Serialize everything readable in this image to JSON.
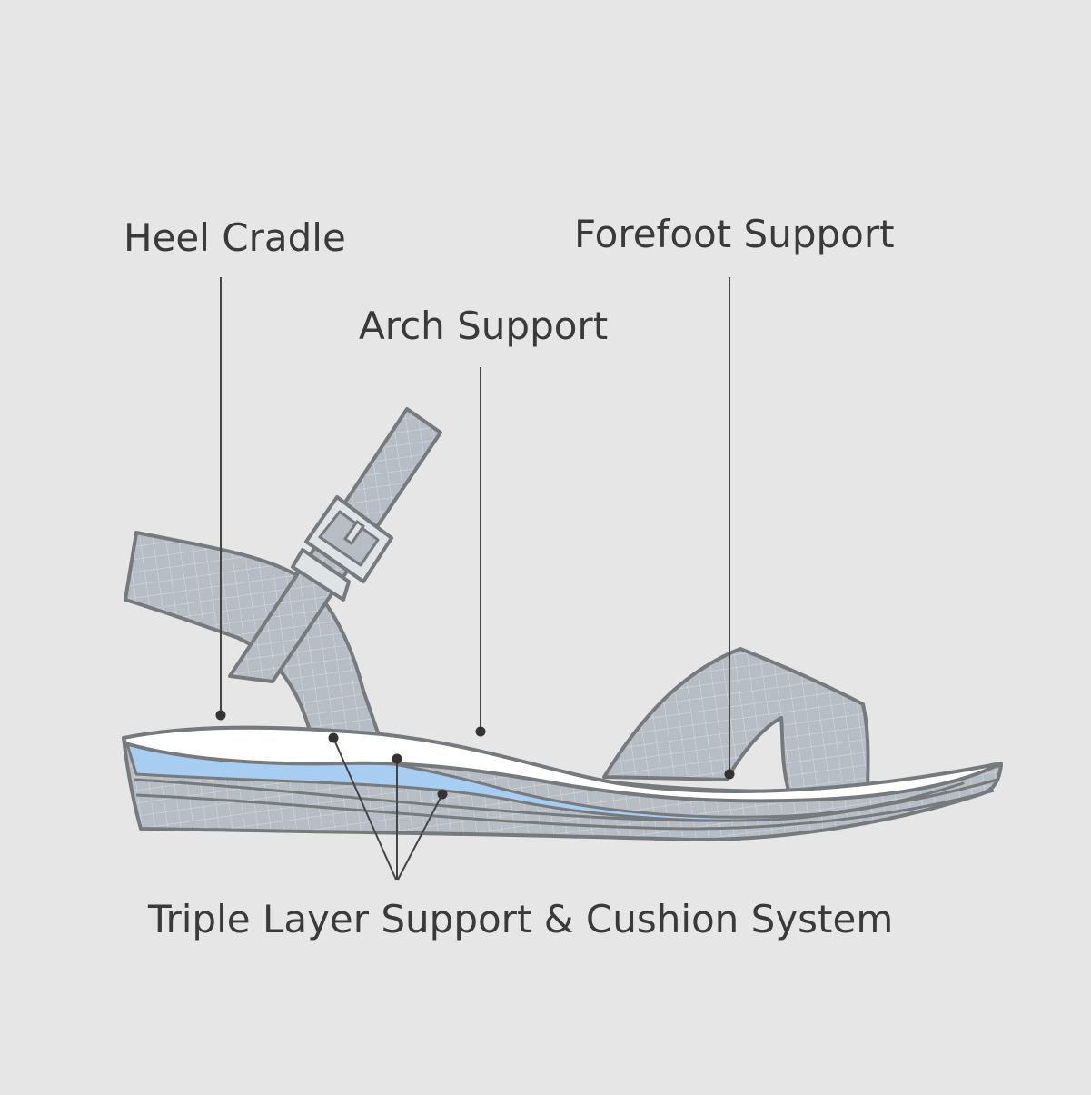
{
  "colors": {
    "background": "#e6e6e6",
    "strap_fill": "#b6bdc4",
    "strap_grid": "#e2e6ea",
    "outline": "#777a7d",
    "insole_white": "#ffffff",
    "cushion_blue": "#a7cdf0",
    "sole_grey": "#b7bcc1",
    "text": "#3a3a3a",
    "dot": "#333333"
  },
  "callouts": {
    "heel_cradle": "Heel Cradle",
    "arch_support": "Arch Support",
    "forefoot_support": "Forefoot Support",
    "triple_layer": "Triple Layer Support & Cushion System"
  }
}
